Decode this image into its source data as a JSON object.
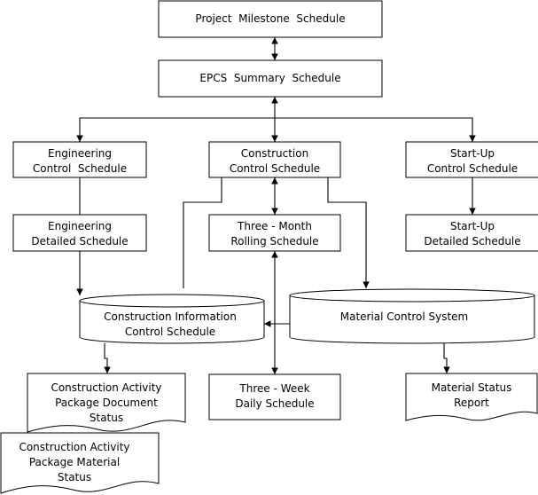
{
  "nodes": {
    "project_milestone": {
      "lines": [
        "Project  Milestone  Schedule"
      ]
    },
    "epcs_summary": {
      "lines": [
        "EPCS  Summary  Schedule"
      ]
    },
    "engineering_control": {
      "lines": [
        "Engineering",
        "Control  Schedule"
      ]
    },
    "construction_control": {
      "lines": [
        "Construction",
        "Control Schedule"
      ]
    },
    "startup_control": {
      "lines": [
        "Start-Up",
        "Control Schedule"
      ]
    },
    "engineering_detailed": {
      "lines": [
        "Engineering",
        "Detailed Schedule"
      ]
    },
    "three_month": {
      "lines": [
        "Three - Month",
        "Rolling Schedule"
      ]
    },
    "startup_detailed": {
      "lines": [
        "Start-Up",
        "Detailed Schedule"
      ]
    },
    "construction_info": {
      "lines": [
        "Construction Information",
        "Control Schedule"
      ]
    },
    "material_control": {
      "lines": [
        "Material Control System"
      ]
    },
    "cap_document": {
      "lines": [
        "Construction Activity",
        "Package Document",
        "Status"
      ]
    },
    "three_week": {
      "lines": [
        "Three - Week",
        "Daily Schedule"
      ]
    },
    "material_status": {
      "lines": [
        "Material Status",
        "Report"
      ]
    },
    "cap_material": {
      "lines": [
        "Construction Activity",
        "Package Material",
        "Status"
      ]
    }
  }
}
